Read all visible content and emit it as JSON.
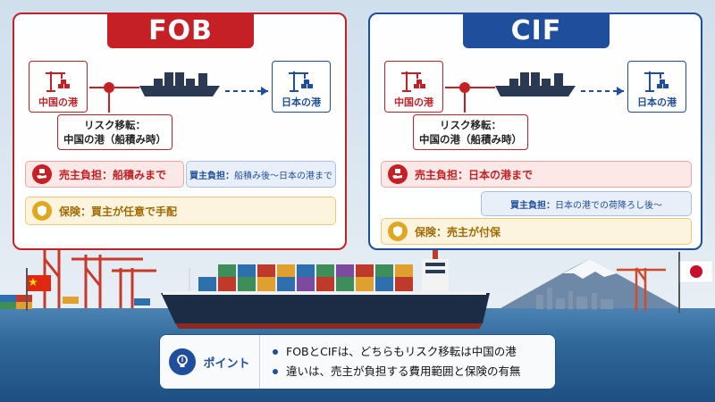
{
  "fob": {
    "title": "FOB",
    "origin_port": "中国の港",
    "destination_port": "日本の港",
    "risk_label_line1": "リスク移転：",
    "risk_label_line2": "中国の港（船積み時）",
    "seller_cost": "売主負担：船積みまで",
    "buyer_cost_label": "買主負担：",
    "buyer_cost_detail": "船積み後〜日本の港まで",
    "insurance": "保険：買主が任意で手配"
  },
  "cif": {
    "title": "CIF",
    "origin_port": "中国の港",
    "destination_port": "日本の港",
    "risk_label_line1": "リスク移転：",
    "risk_label_line2": "中国の港（船積み時）",
    "seller_cost": "売主負担：日本の港まで",
    "buyer_cost_label": "買主負担：",
    "buyer_cost_detail": "日本の港での荷降ろし後〜",
    "insurance": "保険：売主が付保"
  },
  "point": {
    "title": "ポイント",
    "items": [
      "FOBとCIFは、どちらもリスク移転は中国の港",
      "違いは、売主が負担する費用範囲と保険の有無"
    ]
  },
  "colors": {
    "fob_red": "#c42026",
    "cif_blue": "#1f4e9c",
    "insurance_gold": "#e0a820"
  },
  "icons": {
    "origin_port": "crane-icon",
    "destination_port": "crane-icon",
    "ship": "cargo-ship-icon",
    "seller_cost": "hand-box-icon",
    "insurance": "shield-icon",
    "point": "lightbulb-icon"
  }
}
